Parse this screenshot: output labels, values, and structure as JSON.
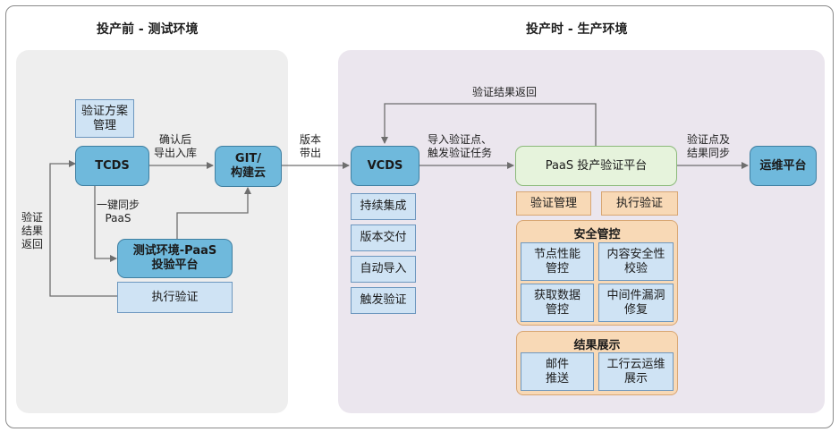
{
  "left_panel": {
    "title": "投产前 - 测试环境"
  },
  "right_panel": {
    "title": "投产时 - 生产环境"
  },
  "nodes": {
    "verify_plan": "验证方案\n管理",
    "tcds": "TCDS",
    "git_build": "GIT/\n构建云",
    "test_paas": "测试环境-PaaS\n投验平台",
    "exec_verify_left": "执行验证",
    "vcds": "VCDS",
    "paas_platform": "PaaS 投产验证平台",
    "ops_platform": "运维平台"
  },
  "vcds_list": [
    "持续集成",
    "版本交付",
    "自动导入",
    "触发验证"
  ],
  "paas_functions": {
    "verify_manage": "验证管理",
    "exec_verify": "执行验证",
    "security": {
      "title": "安全管控",
      "items": [
        "节点性能\n管控",
        "内容安全性\n校验",
        "获取数据\n管控",
        "中间件漏洞\n修复"
      ]
    },
    "results": {
      "title": "结果展示",
      "items": [
        "邮件\n推送",
        "工行云运维\n展示"
      ]
    }
  },
  "edge_labels": {
    "confirm_import": "确认后\n导出入库",
    "one_click_sync": "一键同步\nPaaS",
    "verify_result_return_left": "验证\n结果\n返回",
    "version_release": "版本\n带出",
    "import_trigger": "导入验证点、\n触发验证任务",
    "verify_result_return_top": "验证结果返回",
    "sync_results": "验证点及\n结果同步"
  }
}
